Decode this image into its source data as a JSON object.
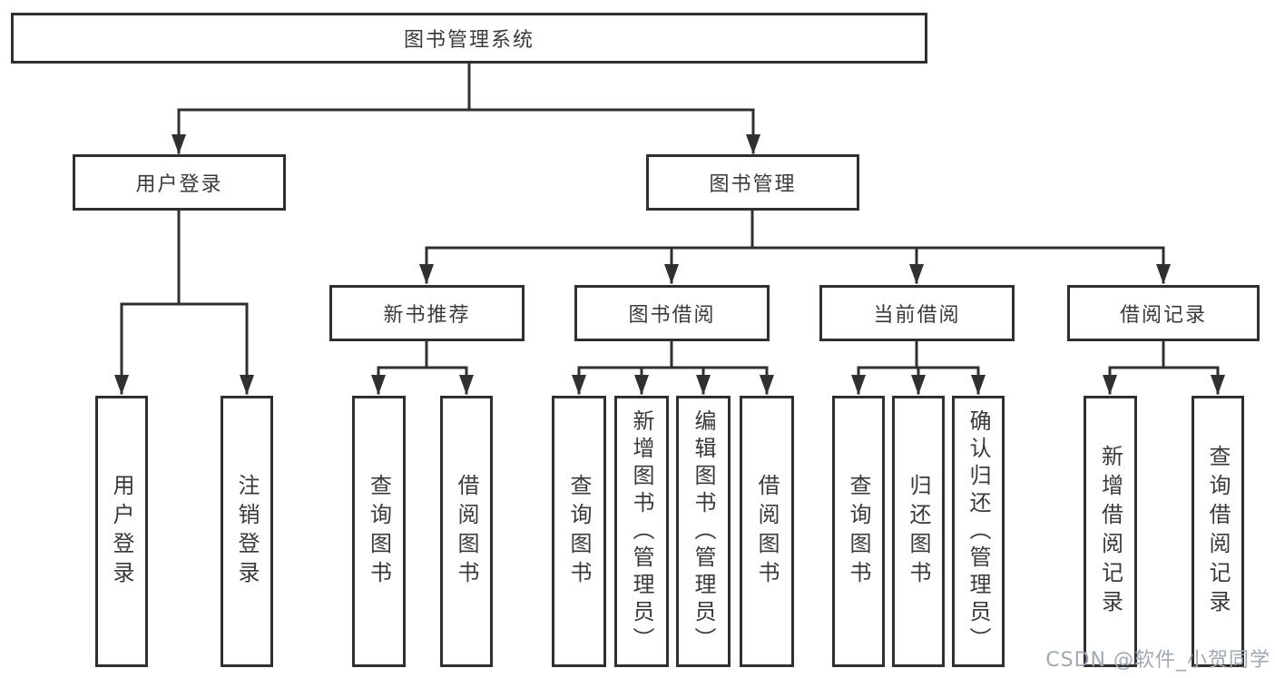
{
  "colors": {
    "stroke": "#303030",
    "node_text": "#3a3a3a",
    "background": "#ffffff",
    "watermark": "#a0a9b2"
  },
  "tree": {
    "root": {
      "label": "图书管理系统"
    },
    "branches": [
      {
        "label": "用户登录",
        "children": [
          "用户登录",
          "注销登录"
        ]
      },
      {
        "label": "图书管理",
        "sections": [
          {
            "label": "新书推荐",
            "children": [
              "查询图书",
              "借阅图书"
            ]
          },
          {
            "label": "图书借阅",
            "children": [
              "查询图书",
              "新增图书（管理员）",
              "编辑图书（管理员）",
              "借阅图书"
            ]
          },
          {
            "label": "当前借阅",
            "children": [
              "查询图书",
              "归还图书",
              "确认归还（管理员）"
            ]
          },
          {
            "label": "借阅记录",
            "children": [
              "新增借阅记录",
              "查询借阅记录"
            ]
          }
        ]
      }
    ]
  },
  "watermark": {
    "text": "CSDN @软件_小贺同学"
  }
}
